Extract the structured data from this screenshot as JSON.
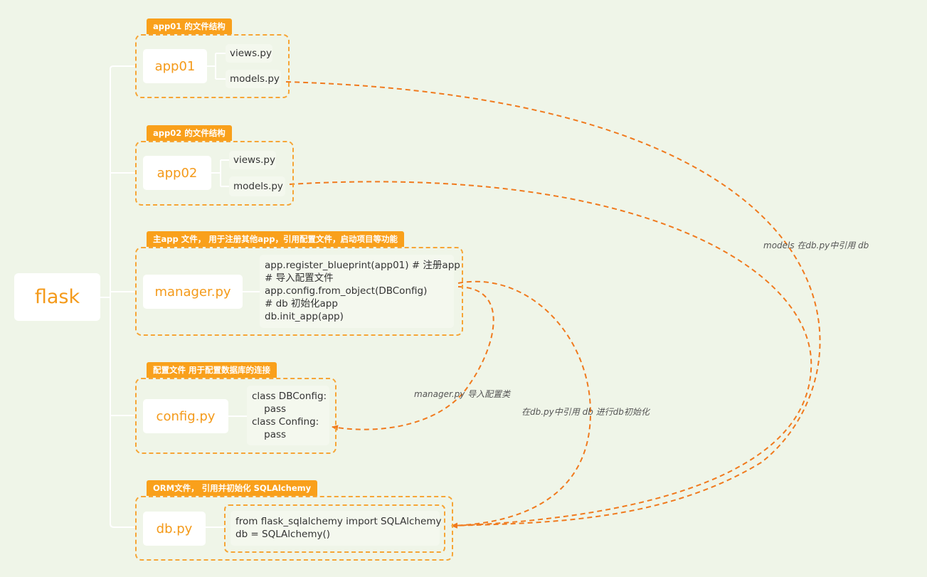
{
  "root": {
    "label": "flask"
  },
  "groups": {
    "app01": {
      "tag": "app01 的文件结构",
      "node": "app01",
      "leaves": [
        "views.py",
        "models.py"
      ]
    },
    "app02": {
      "tag": "app02 的文件结构",
      "node": "app02",
      "leaves": [
        "views.py",
        "models.py"
      ]
    },
    "manager": {
      "tag": "主app 文件， 用于注册其他app，引用配置文件，启动项目等功能",
      "node": "manager.py",
      "code": [
        "app.register_blueprint(app01) # 注册app",
        "# 导入配置文件",
        "app.config.from_object(DBConfig)",
        "# db 初始化app",
        "db.init_app(app)"
      ]
    },
    "config": {
      "tag": "配置文件  用于配置数据库的连接",
      "node": "config.py",
      "code": [
        "class DBConfig:",
        "    pass",
        "class Confing:",
        "    pass"
      ]
    },
    "db": {
      "tag": "ORM文件， 引用并初始化 SQLAlchemy",
      "node": "db.py",
      "code": [
        "from flask_sqlalchemy import SQLAlchemy",
        "db = SQLAlchemy()"
      ]
    }
  },
  "notes": {
    "models_in_db": "models 在db.py中引用 db",
    "manager_import_config": "manager.py 导入配置类",
    "db_init": "在db.py中引用 db  进行db初始化"
  },
  "colors": {
    "background": "#eff5e8",
    "accent": "#f9a01b",
    "arrow": "#f07a1e",
    "tree_line": "#ffffff"
  }
}
